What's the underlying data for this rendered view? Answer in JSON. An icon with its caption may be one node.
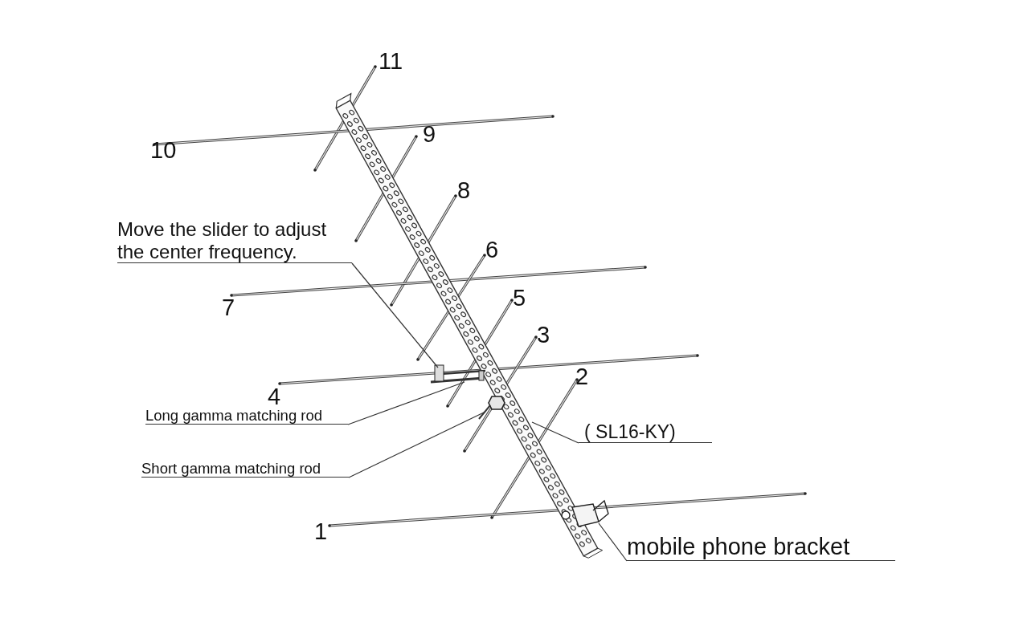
{
  "diagram": {
    "nodes": [
      {
        "text": [
          "Move the slider to adjust the center frequency."
        ]
      },
      {
        "text": [
          "Long gamma matching rod"
        ]
      },
      {
        "text": [
          "Short gamma matching rod"
        ]
      },
      {
        "text": [
          "( SL16-KY)"
        ]
      },
      {
        "text": [
          "mobile phone bracket"
        ]
      }
    ],
    "edges": [
      {
        "from": 0,
        "to": null,
        "arrow": "none"
      },
      {
        "from": 1,
        "to": null,
        "arrow": "none"
      },
      {
        "from": 2,
        "to": null,
        "arrow": "none"
      },
      {
        "from": 3,
        "to": null,
        "arrow": "none"
      },
      {
        "from": 4,
        "to": null,
        "arrow": "none"
      }
    ],
    "labels": [
      "11",
      "9",
      "10",
      "8",
      "6",
      "5",
      "7",
      "3",
      "2",
      "4",
      "1"
    ]
  }
}
